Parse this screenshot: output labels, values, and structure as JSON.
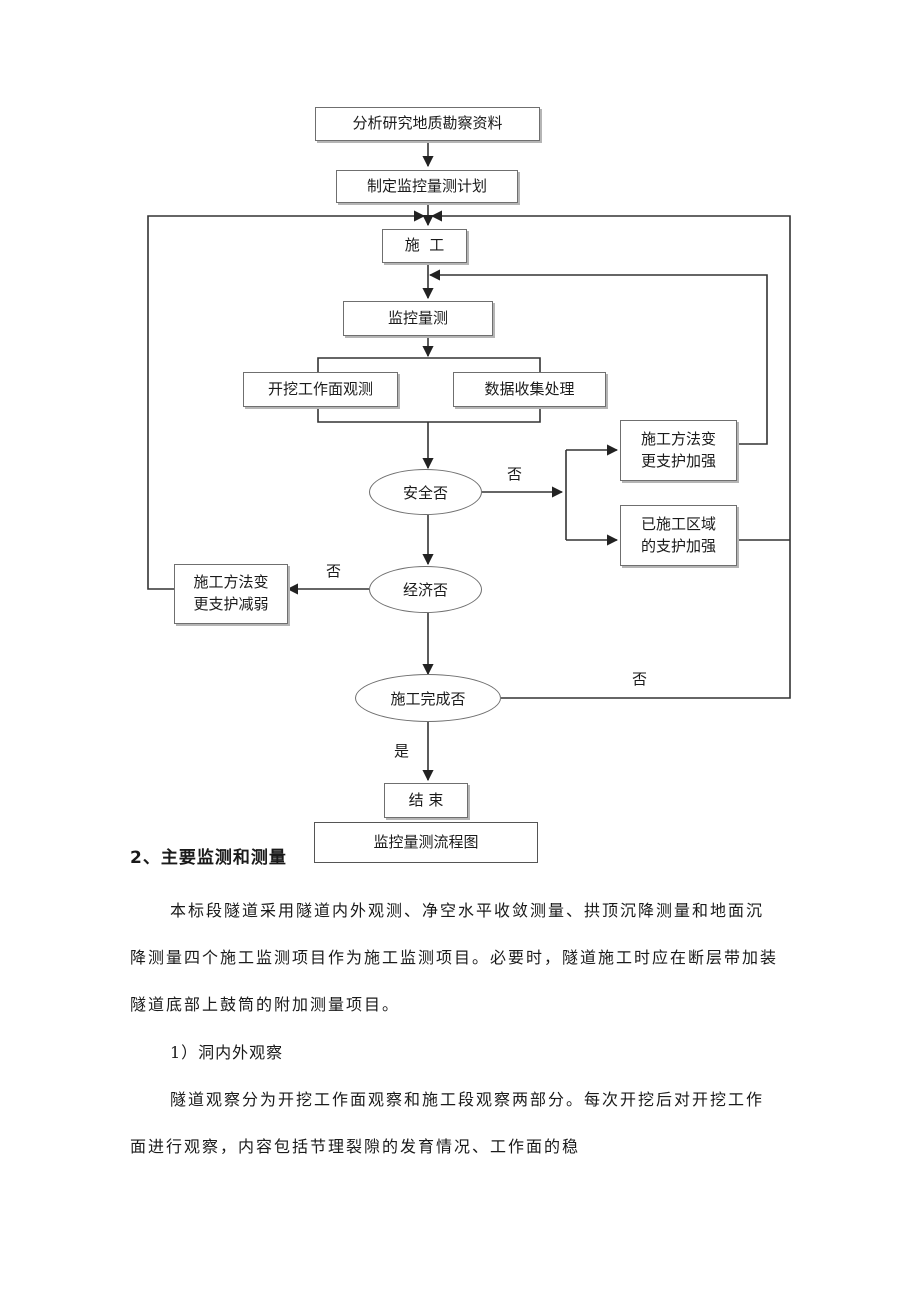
{
  "flowchart": {
    "analyze": "分析研究地质勘察资料",
    "plan": "制定监控量测计划",
    "construct": "施  工",
    "monitor": "监控量测",
    "face_obs": "开挖工作面观测",
    "data_proc": "数据收集处理",
    "safe_q": "安全否",
    "method_strengthen": "施工方法变\n更支护加强",
    "area_strengthen": "已施工区域\n的支护加强",
    "econ_q": "经济否",
    "method_weaken": "施工方法变\n更支护减弱",
    "complete_q": "施工完成否",
    "end": "结 束",
    "no_label": "否",
    "yes_label": "是",
    "caption": "监控量测流程图"
  },
  "section": {
    "heading": "2、主要监测和测量",
    "para1_line1": "本标段隧道采用隧道内外观测、净空水平收敛测量、拱顶沉降测量和地面沉",
    "para1_line2": "降测量四个施工监测项目作为施工监测项目。必要时，隧道施工时应在断层带加装",
    "para1_line3": "隧道底部上鼓筒的附加测量项目。",
    "sub_heading": "1）洞内外观察",
    "para2_line1": "隧道观察分为开挖工作面观察和施工段观察两部分。每次开挖后对开挖工作",
    "para2_line2": "面进行观察，内容包括节理裂隙的发育情况、工作面的稳"
  }
}
